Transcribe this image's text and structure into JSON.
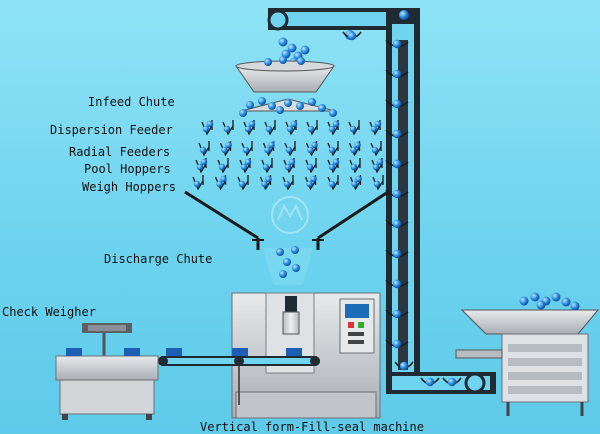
{
  "labels": {
    "infeed_chute": "Infeed Chute",
    "dispersion_feeder": "Dispersion Feeder",
    "radial_feeders": "Radial Feeders",
    "pool_hoppers": "Pool Hoppers",
    "weigh_hoppers": "Weigh Hoppers",
    "discharge_chute": "Discharge Chute",
    "check_weigher": "Check Weigher",
    "vffs_machine": "Vertical form-Fill-seal machine"
  },
  "colors": {
    "background": "#6fd4ef",
    "machine_gray": "#c9ccd0",
    "conveyor_dark": "#1f2a33",
    "product_ball": "#2d8fe0",
    "bucket_blue": "#1d5fb5"
  }
}
